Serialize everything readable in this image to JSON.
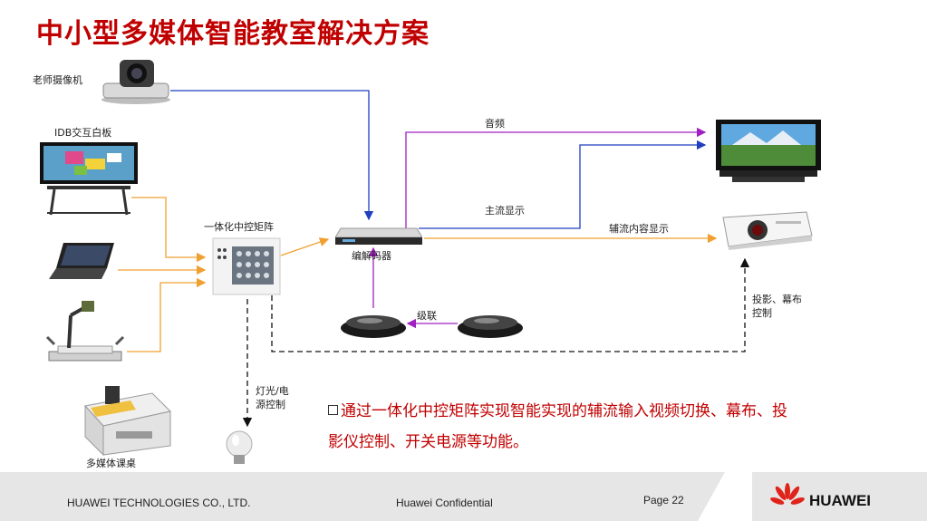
{
  "title": "中小型多媒体智能教室解决方案",
  "labels": {
    "teacher_camera": "老师摄像机",
    "idb_whiteboard": "IDB交互白板",
    "control_matrix": "一体化中控矩阵",
    "codec": "编解码器",
    "audio": "音频",
    "main_display": "主流显示",
    "aux_display": "辅流内容显示",
    "projection_control_line1": "投影、幕布",
    "projection_control_line2": "控制",
    "cascade": "级联",
    "light_power_line1": "灯光/电",
    "light_power_line2": "源控制",
    "multimedia_desk": "多媒体课桌"
  },
  "description": {
    "line1": "通过一体化中控矩阵实现智能实现的辅流输入视频切换、幕布、投",
    "line2": "影仪控制、开关电源等功能。"
  },
  "footer": {
    "company": "HUAWEI TECHNOLOGIES CO., LTD.",
    "confidential": "Huawei Confidential",
    "page": "Page 22",
    "brand": "HUAWEI"
  },
  "colors": {
    "title": "#c00000",
    "video_line": "#1f3fbf",
    "audio_line": "#a020c0",
    "input_line": "#f0a030",
    "control_line": "#111111",
    "footer_bg": "#e6e6e6",
    "logo": "#e0241b"
  },
  "icons": {
    "camera": "ptz-camera-icon",
    "whiteboard": "interactive-whiteboard-icon",
    "laptop": "laptop-icon",
    "visualizer": "document-camera-icon",
    "desk": "multimedia-desk-icon",
    "bulb": "light-bulb-icon",
    "matrix": "control-matrix-icon",
    "codec": "codec-icon",
    "mics": "microphone-icon",
    "tv": "tv-icon",
    "projector": "projector-icon"
  }
}
